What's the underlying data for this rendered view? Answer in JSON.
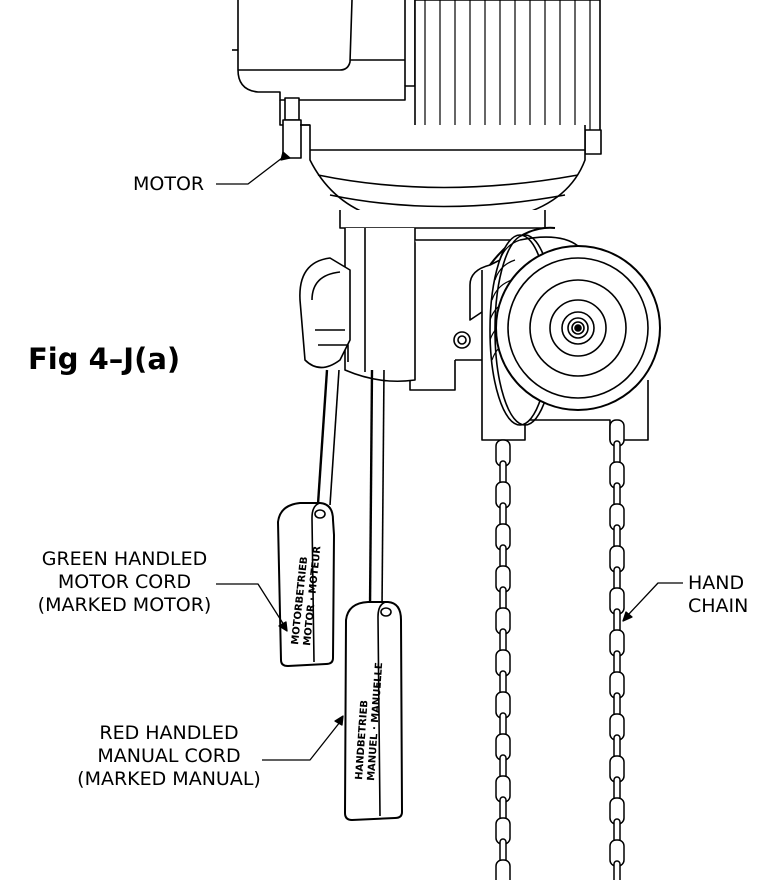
{
  "figure": {
    "title": "Fig 4–J(a)"
  },
  "labels": {
    "motor": "MOTOR",
    "green_cord": [
      "GREEN HANDLED",
      "MOTOR CORD",
      "(MARKED MOTOR)"
    ],
    "red_cord": [
      "RED HANDLED",
      "MANUAL CORD",
      "(MARKED MANUAL)"
    ],
    "hand_chain": [
      "HAND",
      "CHAIN"
    ]
  },
  "handle_tags": {
    "green": [
      "MOTORBETRIEB",
      "MOTOR · MOTEUR"
    ],
    "red": [
      "HANDBETRIEB",
      "MANUEL · MANUELLE"
    ]
  }
}
